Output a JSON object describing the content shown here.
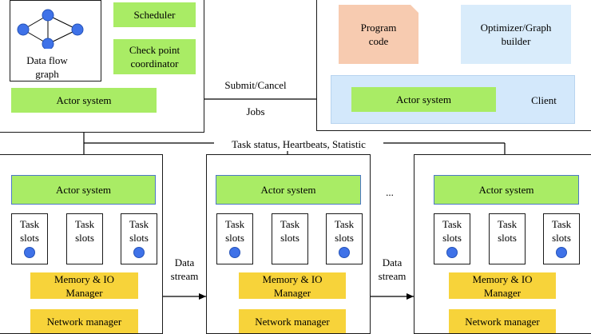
{
  "job_manager": {
    "dataflow_label": "Data flow\ngraph",
    "scheduler": "Scheduler",
    "checkpoint": "Check point\ncoordinator",
    "actor_system": "Actor system"
  },
  "client": {
    "program_code": "Program\ncode",
    "optimizer": "Optimizer/Graph\nbuilder",
    "actor_system": "Actor system",
    "label": "Client"
  },
  "connections": {
    "submit_cancel": "Submit/Cancel",
    "jobs": "Jobs",
    "task_status": "Task status, Heartbeats, Statistic",
    "data_stream": "Data\nstream",
    "ellipsis": "..."
  },
  "task_managers": [
    {
      "actor_system": "Actor system",
      "slots": [
        "Task\nslots",
        "Task\nslots",
        "Task\nslots"
      ],
      "memory": "Memory & IO\nManager",
      "network": "Network manager"
    },
    {
      "actor_system": "Actor system",
      "slots": [
        "Task\nslots",
        "Task\nslots",
        "Task\nslots"
      ],
      "memory": "Memory & IO\nManager",
      "network": "Network manager"
    },
    {
      "actor_system": "Actor system",
      "slots": [
        "Task\nslots",
        "Task\nslots",
        "Task\nslots"
      ],
      "memory": "Memory & IO\nManager",
      "network": "Network manager"
    }
  ],
  "colors": {
    "actor_green": "#a9ec65",
    "manager_yellow": "#f7d33a",
    "program_orange": "#f7cbb0",
    "optimizer_blue": "#d9ecfb",
    "client_blue": "#d3e8fb",
    "node_blue": "#3f72e8"
  }
}
